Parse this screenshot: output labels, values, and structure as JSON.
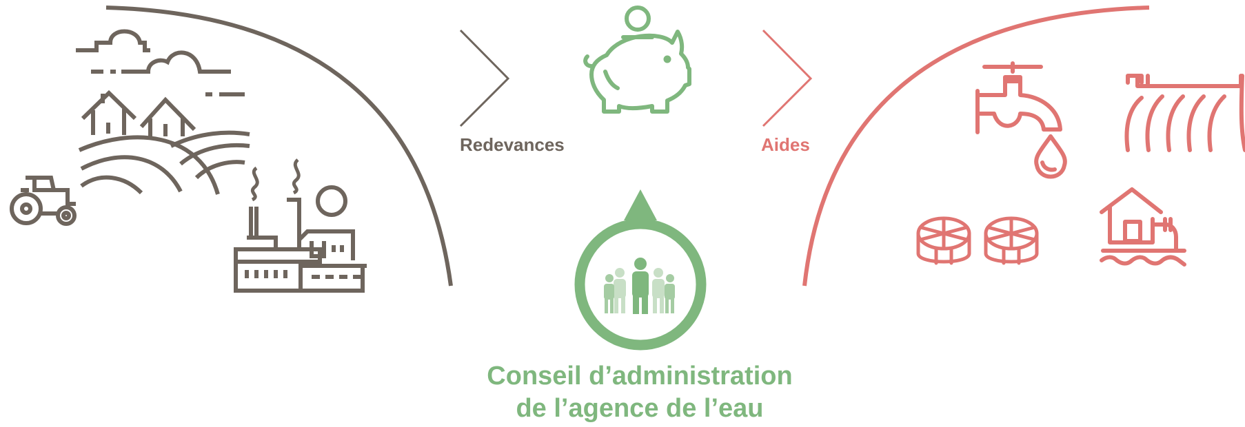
{
  "diagram": {
    "flow": {
      "left_label": "Redevances",
      "right_label": "Aides"
    },
    "council": {
      "line1": "Conseil d’administration",
      "line2": "de l’agence de l’eau"
    },
    "colors": {
      "contributors": "#6e655d",
      "beneficiaries": "#e07572",
      "council": "#7fb77e",
      "council_light": "#c8dfc6"
    },
    "icons": {
      "left_group": [
        "cloud-icon",
        "house-icon",
        "hills-icon",
        "tractor-icon",
        "factory-icon",
        "sun-icon"
      ],
      "center": [
        "piggy-bank-icon",
        "people-group-icon"
      ],
      "right_group": [
        "water-tap-icon",
        "dam-icon",
        "water-tank-icon",
        "riverside-house-icon"
      ]
    }
  }
}
